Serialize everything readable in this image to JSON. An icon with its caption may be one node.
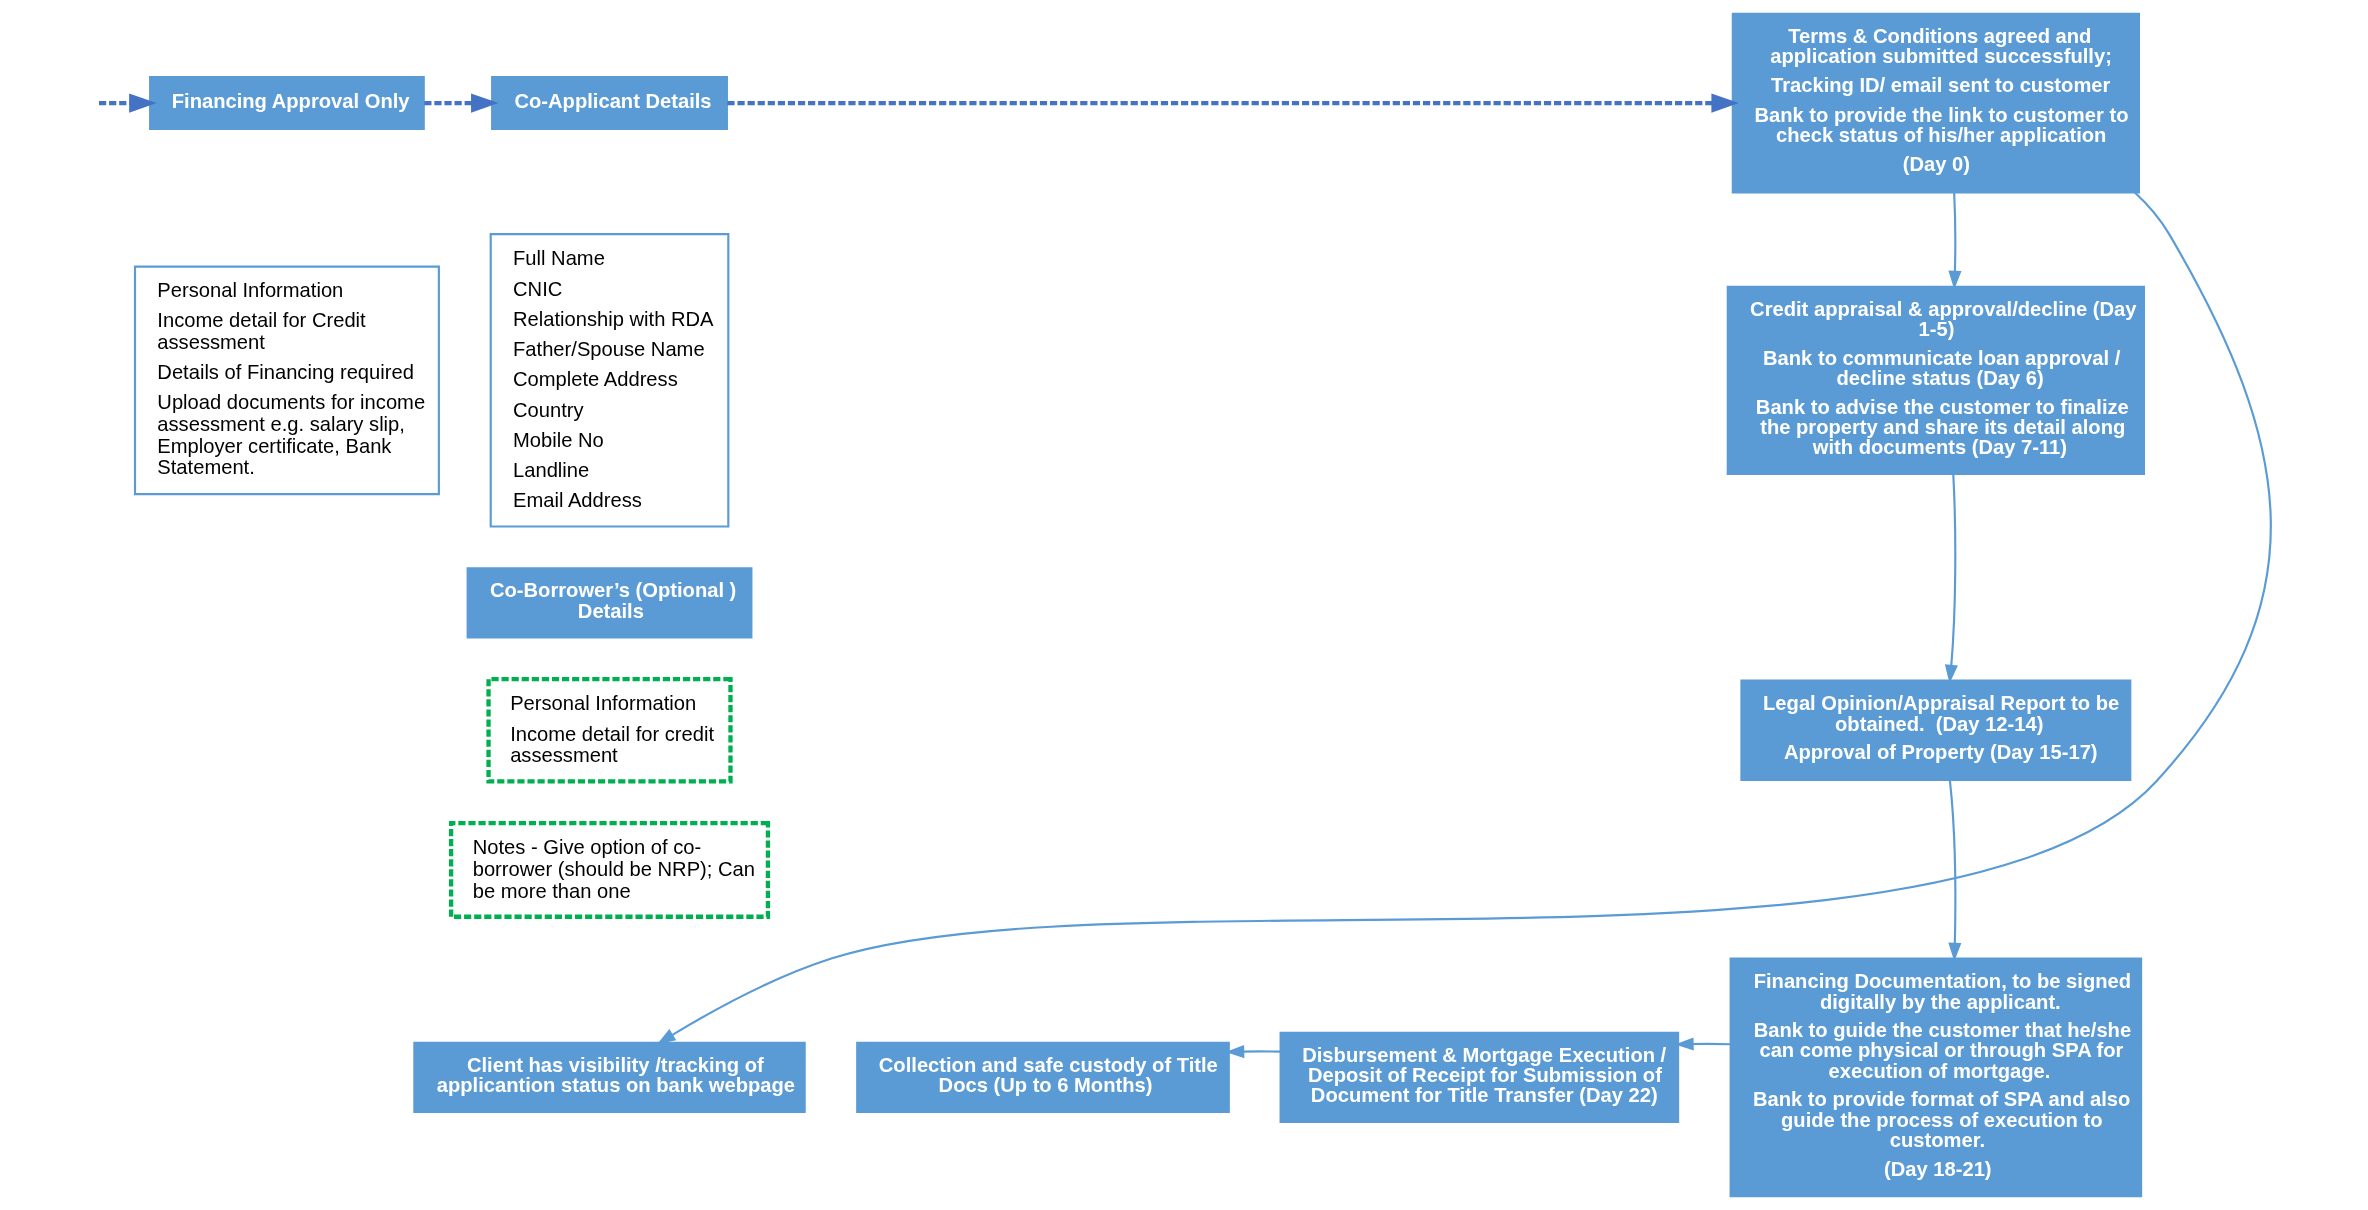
{
  "diagram": {
    "nodes": [
      {
        "text": [
          "Financing Approval Only"
        ]
      },
      {
        "text": [
          "Personal Information",
          "Income detail for Credit assessment",
          "Details of Financing required",
          "Upload documents for income assessment e.g. salary slip, Employer certificate, Bank Statement."
        ]
      },
      {
        "text": [
          "Co-Applicant Details"
        ]
      },
      {
        "text": [
          "Full Name",
          "CNIC",
          "Relationship with RDA",
          "Father/Spouse Name",
          "Complete Address",
          "Country",
          "Mobile No",
          "Landline",
          "Email Address"
        ]
      },
      {
        "text": [
          "Co-Borrower’s (Optional ) Details"
        ]
      },
      {
        "text": [
          "Personal Information",
          "Income detail for credit assessment"
        ]
      },
      {
        "text": [
          "Notes - Give option of co-borrower (should be NRP); Can be more than one"
        ]
      },
      {
        "text": [
          "Terms & Conditions agreed and application submitted successfully;",
          "Tracking ID/ email sent to customer",
          "Bank to provide the link to customer to check status of his/her application",
          "(Day 0)"
        ]
      },
      {
        "text": [
          "Credit appraisal & approval/decline (Day 1-5)",
          "Bank to communicate loan approval / decline status (Day 6)",
          "Bank to advise the customer to finalize the property and share its detail along with documents (Day 7-11)"
        ]
      },
      {
        "text": [
          "Legal Opinion/Appraisal Report to be obtained.  (Day 12-14)",
          "Approval of Property (Day 15-17)"
        ]
      },
      {
        "text": [
          "Financing Documentation, to be signed digitally by the applicant.",
          "Bank to guide the customer that he/she can come physical or through SPA for execution of mortgage.",
          "Bank to provide format of SPA and also guide the process of execution to customer.",
          "(Day 18-21)"
        ]
      },
      {
        "text": [
          "Disbursement & Mortgage Execution / Deposit of Receipt for Submission of Document for Title Transfer (Day 22)"
        ]
      },
      {
        "text": [
          "Collection and safe custody of Title Docs (Up to 6 Months)"
        ]
      },
      {
        "text": [
          "Client has visibility /tracking of applicantion status on bank webpage"
        ]
      }
    ],
    "edges": [
      {
        "from": null,
        "to": 0,
        "arrow": "to",
        "style": "dashed",
        "color": "#4472c4"
      },
      {
        "from": 0,
        "to": 2,
        "arrow": "to",
        "style": "dashed",
        "color": "#4472c4"
      },
      {
        "from": 2,
        "to": 7,
        "arrow": "to",
        "style": "dashed",
        "color": "#4472c4"
      },
      {
        "from": 7,
        "to": 8,
        "arrow": "to"
      },
      {
        "from": 8,
        "to": 9,
        "arrow": "to"
      },
      {
        "from": 9,
        "to": 10,
        "arrow": "to"
      },
      {
        "from": 10,
        "to": 11,
        "arrow": "to"
      },
      {
        "from": 11,
        "to": 12,
        "arrow": "to"
      },
      {
        "from": 7,
        "to": 13,
        "arrow": "to"
      }
    ]
  }
}
